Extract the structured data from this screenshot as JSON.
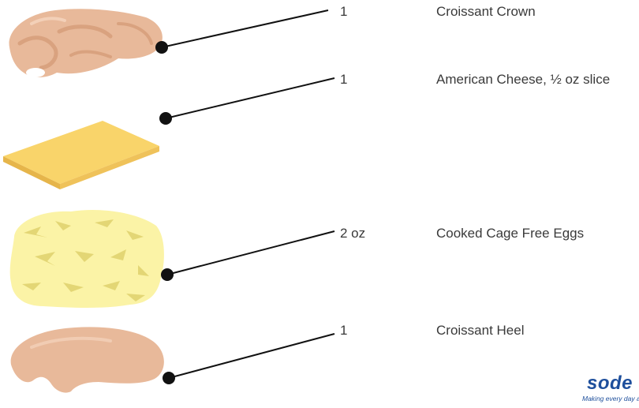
{
  "items": [
    {
      "quantity": "1",
      "name": "Croissant Crown",
      "icon": "croissant-crown-icon"
    },
    {
      "quantity": "1",
      "name": "American Cheese, ½ oz slice",
      "icon": "cheese-slice-icon"
    },
    {
      "quantity": "2 oz",
      "name": "Cooked Cage Free Eggs",
      "icon": "scrambled-eggs-icon"
    },
    {
      "quantity": "1",
      "name": "Croissant Heel",
      "icon": "croissant-heel-icon"
    }
  ],
  "brand": {
    "wordmark": "sode",
    "tagline": "Making every day a bet"
  },
  "colors": {
    "croissant": "#e8b99a",
    "croissant_shade": "#d9a27f",
    "cheese": "#f9d46a",
    "cheese_edge": "#e6b54a",
    "egg": "#fbf3a6",
    "egg_fleck": "#e3d675",
    "callout": "#111111",
    "brand": "#1e4f9c"
  }
}
